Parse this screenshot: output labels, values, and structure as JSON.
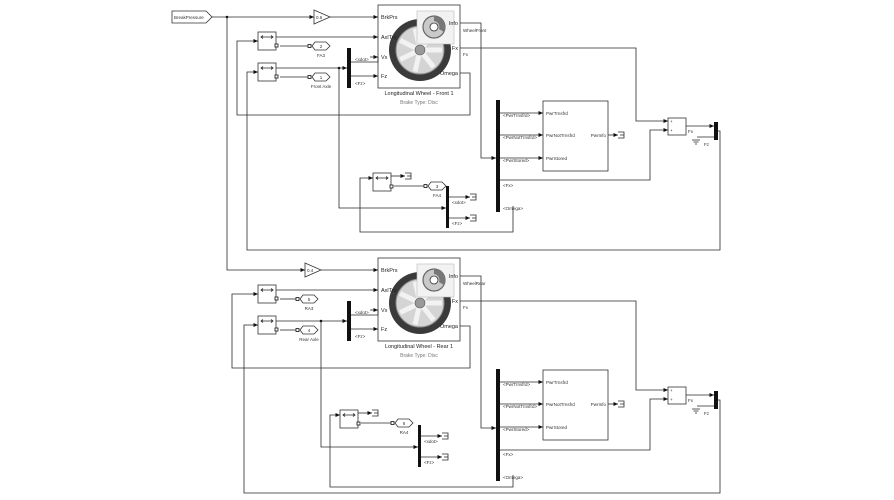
{
  "from_tag": "BreakPressure",
  "sections": [
    {
      "gain": "0.6",
      "wheel": {
        "inputs": [
          "BrkPrs",
          "AxlTrq",
          "Vx",
          "Fz"
        ],
        "outputs": [
          "Info",
          "Fx",
          "Omega"
        ],
        "title": "Longitudinal Wheel - Front 1",
        "subtitle": "Brake Type: Disc"
      },
      "info_signal": "WheelFront",
      "fx_signal": "Fx",
      "goto1": {
        "num": "2",
        "label": "FA3"
      },
      "goto2": {
        "num": "1",
        "label": "Front Axle"
      },
      "goto3": {
        "num": "3",
        "label": "FA4"
      },
      "bar1_labels": [
        "<xdot>",
        "<Fz>"
      ],
      "bar2_labels": [
        "<xdot>",
        "<Fz>"
      ],
      "bus_labels": [
        "<PwrTrnsfrd>",
        "<PwrNotTrnsfrd>",
        "<PwrStored>",
        "<Fx>",
        "<Omega>"
      ],
      "pwr_block": {
        "inputs": [
          "PwrTrnsfrd",
          "PwrNotTrnsfrd",
          "PwrStored"
        ],
        "output": "PwrInfo"
      },
      "sum_signs": [
        "+",
        "+"
      ],
      "out_labels": [
        "Fx",
        "Fz"
      ]
    },
    {
      "gain": "0.4",
      "wheel": {
        "inputs": [
          "BrkPrs",
          "AxlTrq",
          "Vx",
          "Fz"
        ],
        "outputs": [
          "Info",
          "Fx",
          "Omega"
        ],
        "title": "Longitudinal Wheel - Rear 1",
        "subtitle": "Brake Type: Disc"
      },
      "info_signal": "WheelRear",
      "fx_signal": "Fx",
      "goto1": {
        "num": "5",
        "label": "RA3"
      },
      "goto2": {
        "num": "4",
        "label": "Rear Axle"
      },
      "goto3": {
        "num": "6",
        "label": "RA4"
      },
      "bar1_labels": [
        "<xdot>",
        "<Fz>"
      ],
      "bar2_labels": [
        "<xdot>",
        "<Fz>"
      ],
      "bus_labels": [
        "<PwrTrnsfrd>",
        "<PwrNotTrnsfrd>",
        "<PwrStored>",
        "<Fx>",
        "<Omega>"
      ],
      "pwr_block": {
        "inputs": [
          "PwrTrnsfrd",
          "PwrNotTrnsfrd",
          "PwrStored"
        ],
        "output": "PwrInfo"
      },
      "sum_signs": [
        "+",
        "+"
      ],
      "out_labels": [
        "Fx",
        "Fz"
      ]
    }
  ]
}
